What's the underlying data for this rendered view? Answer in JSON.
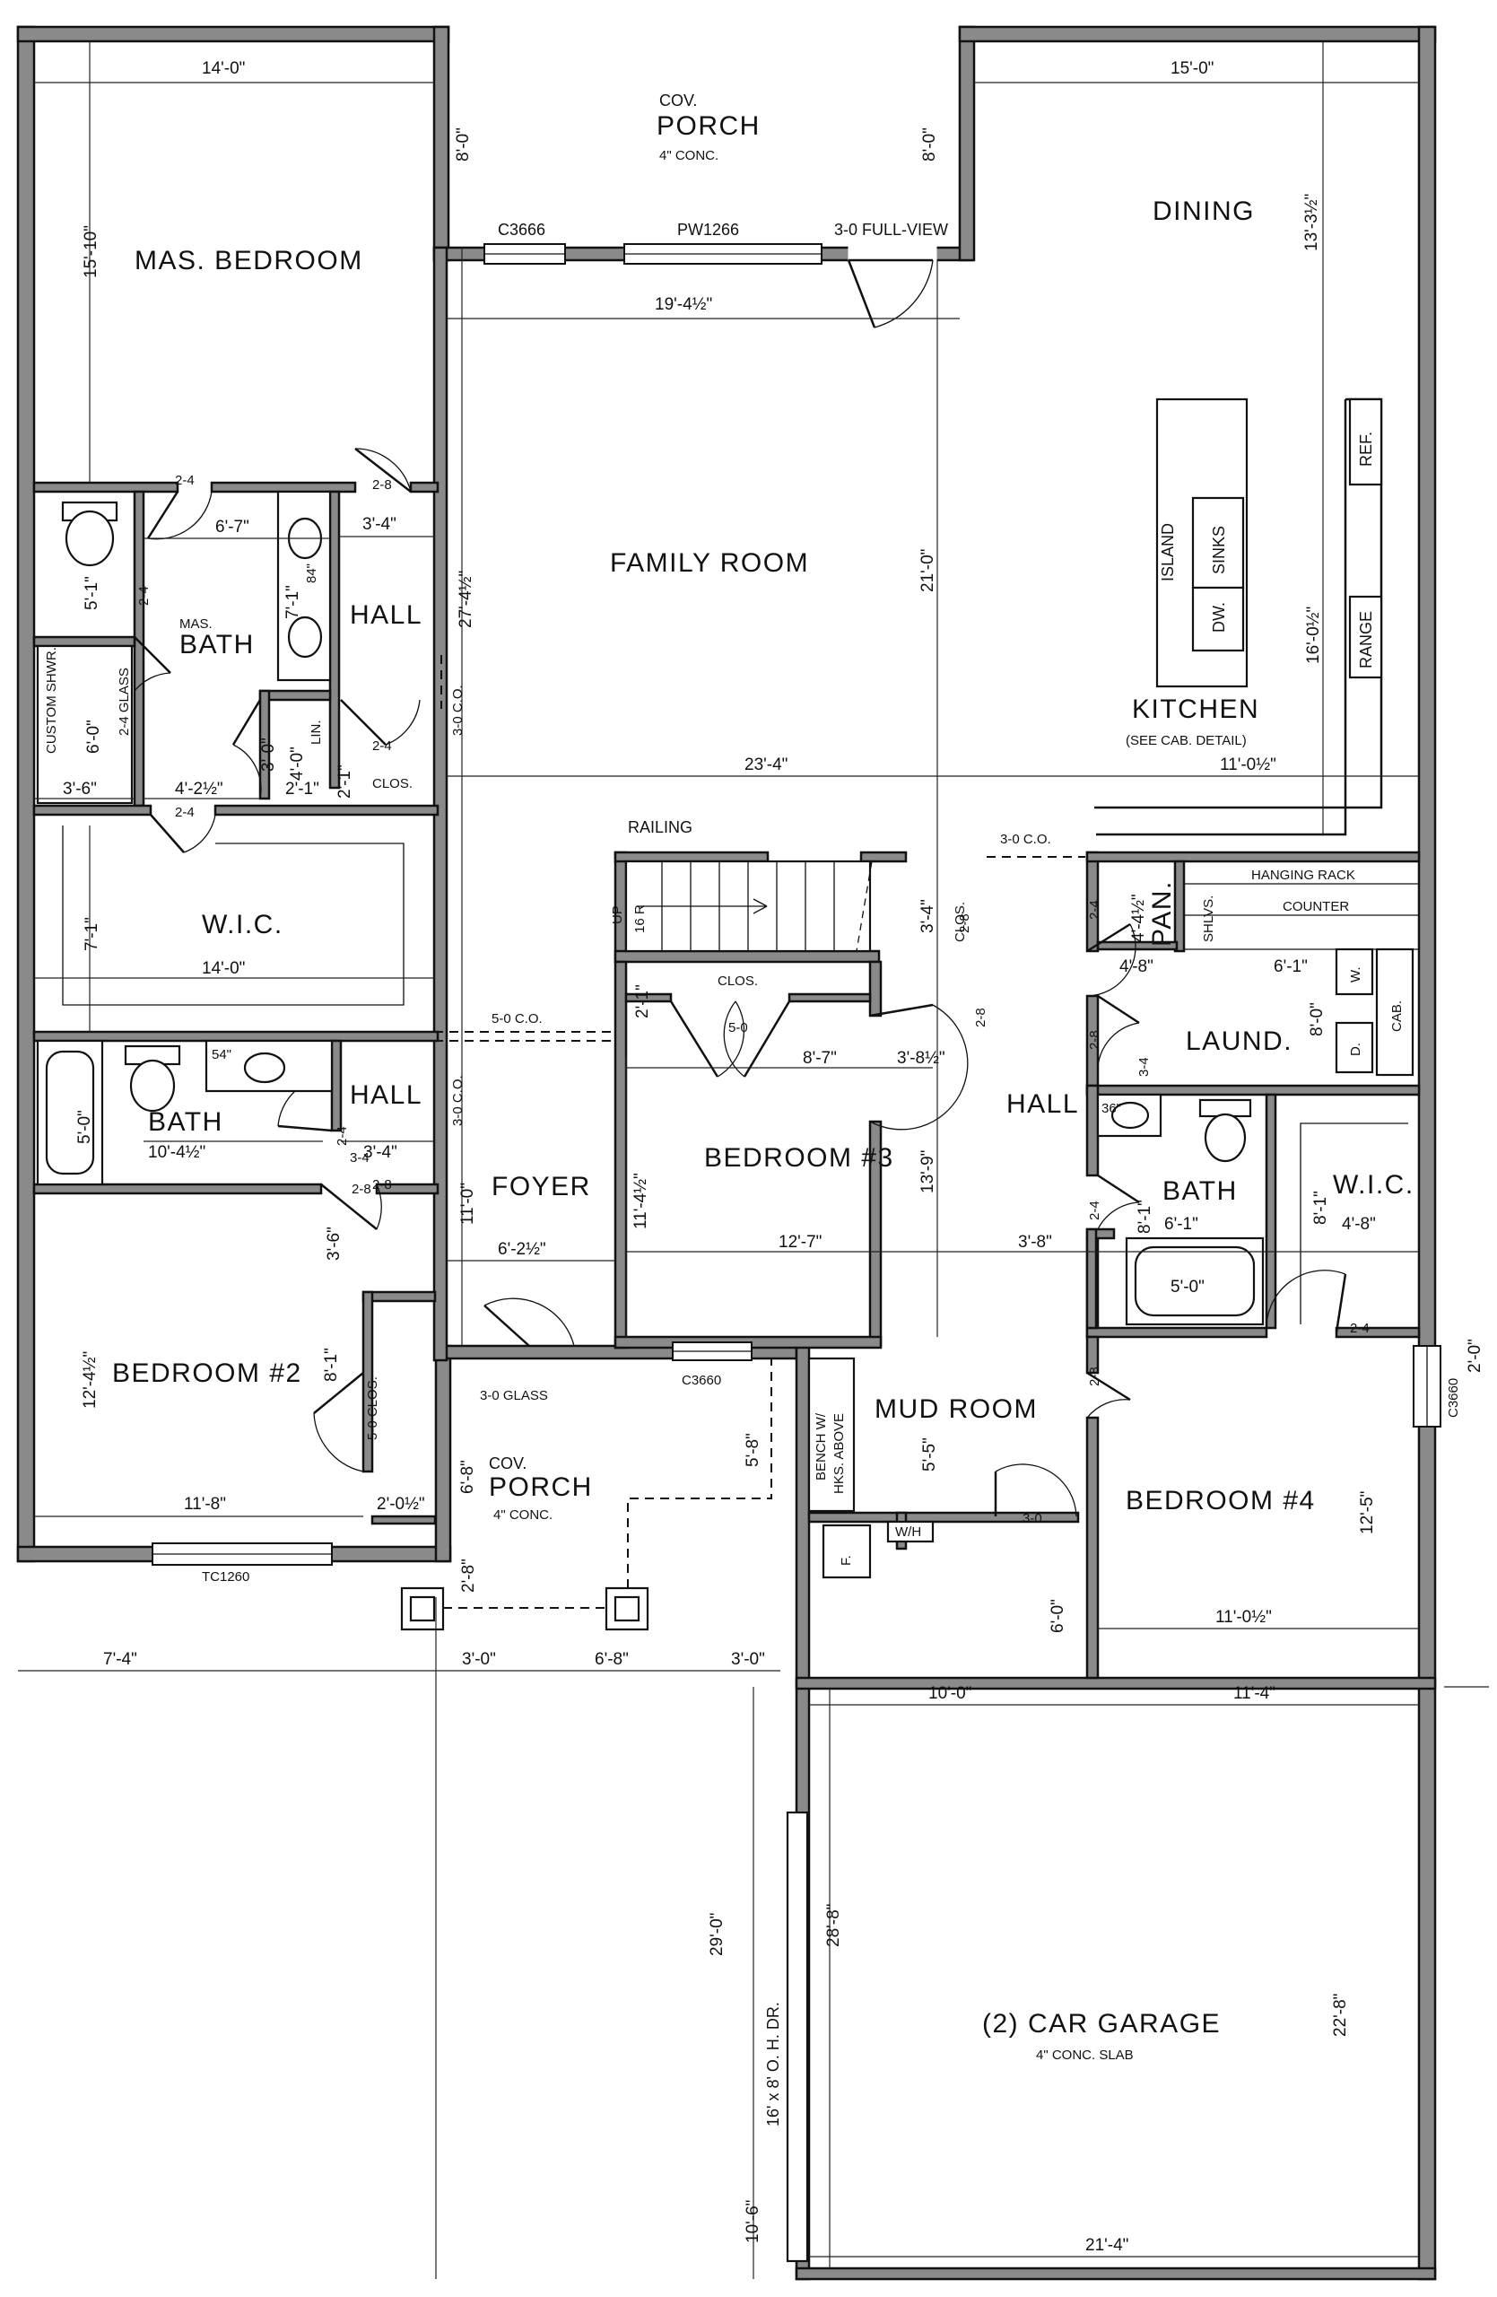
{
  "rooms": {
    "master_bedroom": "MAS. BEDROOM",
    "cov_porch_rear_top": "COV.",
    "cov_porch_rear": "PORCH",
    "cov_porch_rear_sub": "4\" CONC.",
    "dining": "DINING",
    "family_room": "FAMILY ROOM",
    "kitchen": "KITCHEN",
    "kitchen_note": "(SEE CAB. DETAIL)",
    "hall_1": "HALL",
    "mas_bath_top": "MAS.",
    "mas_bath": "BATH",
    "custom_shwr": "CUSTOM SHWR.",
    "wic_master": "W.I.C.",
    "bath_2": "BATH",
    "hall_2": "HALL",
    "foyer": "FOYER",
    "bedroom_3": "BEDROOM #3",
    "hall_3": "HALL",
    "laundry": "LAUND.",
    "pantry": "PAN.",
    "bath_3": "BATH",
    "wic_4": "W.I.C.",
    "bedroom_2": "BEDROOM #2",
    "mud_room": "MUD ROOM",
    "cov_porch_front_top": "COV.",
    "cov_porch_front": "PORCH",
    "cov_porch_front_sub": "4\" CONC.",
    "bedroom_4": "BEDROOM #4",
    "garage": "(2) CAR GARAGE",
    "garage_sub": "4\" CONC. SLAB"
  },
  "labels": {
    "c3666": "C3666",
    "pw1266": "PW1266",
    "full_view": "3-0 FULL-VIEW",
    "island": "ISLAND",
    "sinks": "SINKS",
    "dw": "DW.",
    "ref": "REF.",
    "range": "RANGE",
    "railing": "RAILING",
    "up": "UP",
    "risers": "16 R",
    "co_stair": "3-0 C.O.",
    "co_hall1": "3-0 C.O.",
    "co_5": "5-0 C.O.",
    "co_hall2": "3-0 C.O.",
    "hanging_rack": "HANGING RACK",
    "counter": "COUNTER",
    "shlvs": "SHLVS.",
    "closet_top": "CLOS.",
    "clos_stair": "CLOS.",
    "clos_b2": "5-0 CLOS.",
    "clos_hall": "CLOS.",
    "lin": "LIN.",
    "glass_24": "2-4 GLASS",
    "d24_a": "2-4",
    "d24_b": "2-4",
    "d24_c": "2-4",
    "d24_d": "2-4",
    "d24_e": "2-4",
    "d24_f": "2-4",
    "d24_g": "2-4",
    "d24_h": "2-4",
    "d28_a": "2-8",
    "d28_b": "2-8",
    "d28_c": "2-8",
    "d28_d": "2-8",
    "d28_e": "2-8",
    "d28_f": "2-8",
    "d28_g": "2-8",
    "d50": "5-0",
    "d30": "3-0",
    "d30_glass": "3-0 GLASS",
    "c3660_front": "C3660",
    "c3660_side": "C3660",
    "tc1260": "TC1260",
    "bench": "BENCH W/",
    "hooks": "HKS. ABOVE",
    "wh": "W/H",
    "f": "F.",
    "wash": "W.",
    "dryer": "D.",
    "cab": "CAB.",
    "ohd": "16' x 8' O. H. DR.",
    "v54": "54\"",
    "v84": "84\"",
    "v36": "36\"",
    "d34_a": "3-4",
    "d34_b": "3-4"
  },
  "dims": {
    "mb_w": "14'-0\"",
    "mb_h": "15'-10\"",
    "porch_h1": "8'-0\"",
    "porch_h2": "8'-0\"",
    "din_w": "15'-0\"",
    "din_h": "13'-3½\"",
    "fam_w": "19'-4½\"",
    "fam_h": "21'-0\"",
    "fam_h2": "27'-4½\"",
    "kit_h": "16'-0½\"",
    "kit_w": "11'-0½\"",
    "w_23_4": "23'-4\"",
    "mb_bath_w": "6'-7\"",
    "hall_w": "3'-4\"",
    "mb_toilet": "5'-1\"",
    "mb_vanity": "7'-1\"",
    "shwr": "6'-0\"",
    "w_3_6": "3'-6\"",
    "w_4_2": "4'-2½\"",
    "lin_h": "4'-0\"",
    "lin_w": "2'-1\"",
    "w_3_0": "3'-0\"",
    "clos_h": "2'-1\"",
    "wic_h": "7'-1\"",
    "wic_w": "14'-0\"",
    "stair_w": "3'-4\"",
    "clos_stair": "2'-1\"",
    "pan_w": "4'-4½\"",
    "pan_h": "4'-8\"",
    "laund_w": "6'-1\"",
    "laund_h": "8'-0\"",
    "bath2_h": "5'-0\"",
    "bath2_w": "10'-4½\"",
    "hall2_w": "3'-4\"",
    "hall2_h": "3'-6\"",
    "foyer_h": "11'-0\"",
    "foyer_w": "6'-2½\"",
    "b3_w": "12'-7\"",
    "b3_h": "13'-9\"",
    "b3_h2": "11'-4½\"",
    "b3_clos": "8'-7\"",
    "b3_clos2": "3'-8½\"",
    "hall3_w": "3'-8\"",
    "bath3_h": "8'-1\"",
    "bath3_w": "6'-1\"",
    "wic4_h": "8'-1\"",
    "wic4_w": "4'-8\"",
    "tub3": "5'-0\"",
    "b2_h": "12'-4½\"",
    "b2_w": "11'-8\"",
    "b2_clos": "8'-1\"",
    "b2_clos_w": "2'-0½\"",
    "porch_f_h": "6'-8\"",
    "porch_f_h2": "5'-8\"",
    "porch_f_post": "2'-8\"",
    "mud_h": "5'-5\"",
    "b4_h": "12'-5\"",
    "b4_w": "11'-0½\"",
    "b4_s": "6'-0\"",
    "side_win": "2'-0\"",
    "ext_7_4": "7'-4\"",
    "ext_3_0a": "3'-0\"",
    "ext_6_8": "6'-8\"",
    "ext_3_0b": "3'-0\"",
    "gar_w1": "10'-0\"",
    "gar_w2": "11'-4\"",
    "gar_h": "29'-0\"",
    "gar_h2": "28'-8\"",
    "gar_h3": "22'-8\"",
    "gar_ohd": "10'-6\"",
    "gar_bw": "21'-4\""
  }
}
